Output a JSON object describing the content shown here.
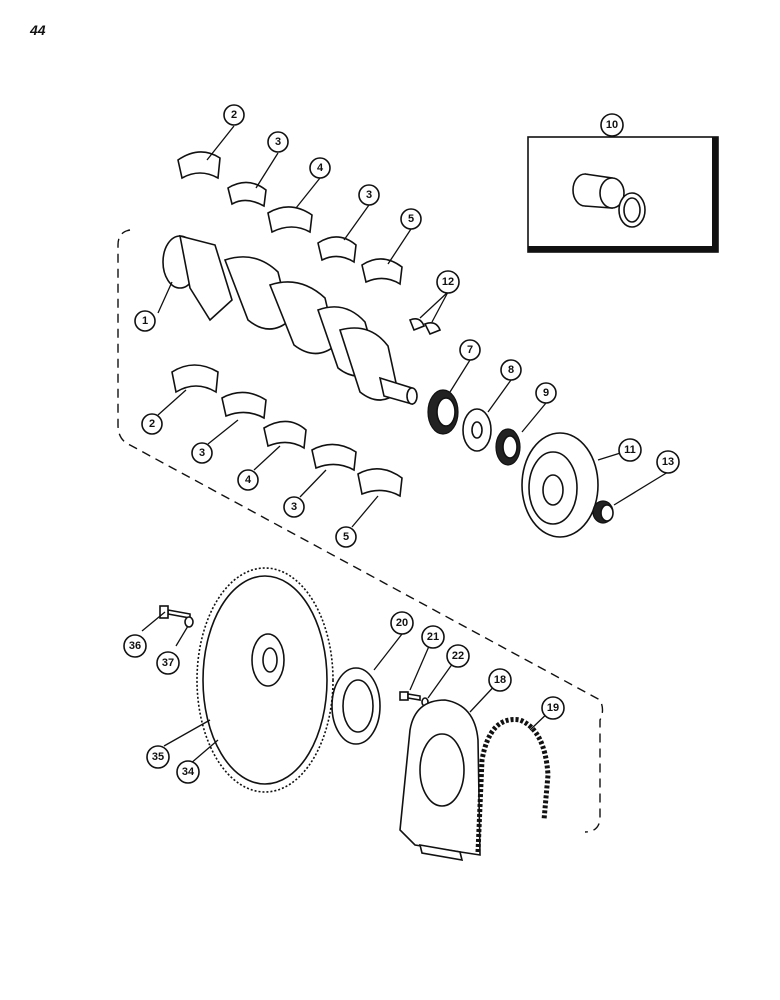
{
  "page": {
    "number": "44"
  },
  "callouts": [
    {
      "id": "c2a",
      "label": "2"
    },
    {
      "id": "c3a",
      "label": "3"
    },
    {
      "id": "c4a",
      "label": "4"
    },
    {
      "id": "c3b",
      "label": "3"
    },
    {
      "id": "c5a",
      "label": "5"
    },
    {
      "id": "c10",
      "label": "10"
    },
    {
      "id": "c12",
      "label": "12"
    },
    {
      "id": "c1",
      "label": "1"
    },
    {
      "id": "c7",
      "label": "7"
    },
    {
      "id": "c8",
      "label": "8"
    },
    {
      "id": "c9",
      "label": "9"
    },
    {
      "id": "c11",
      "label": "11"
    },
    {
      "id": "c13",
      "label": "13"
    },
    {
      "id": "c2b",
      "label": "2"
    },
    {
      "id": "c3c",
      "label": "3"
    },
    {
      "id": "c4b",
      "label": "4"
    },
    {
      "id": "c3d",
      "label": "3"
    },
    {
      "id": "c5b",
      "label": "5"
    },
    {
      "id": "c36",
      "label": "36"
    },
    {
      "id": "c37",
      "label": "37"
    },
    {
      "id": "c20",
      "label": "20"
    },
    {
      "id": "c21",
      "label": "21"
    },
    {
      "id": "c22",
      "label": "22"
    },
    {
      "id": "c18",
      "label": "18"
    },
    {
      "id": "c19",
      "label": "19"
    },
    {
      "id": "c35",
      "label": "35"
    },
    {
      "id": "c34",
      "label": "34"
    }
  ]
}
